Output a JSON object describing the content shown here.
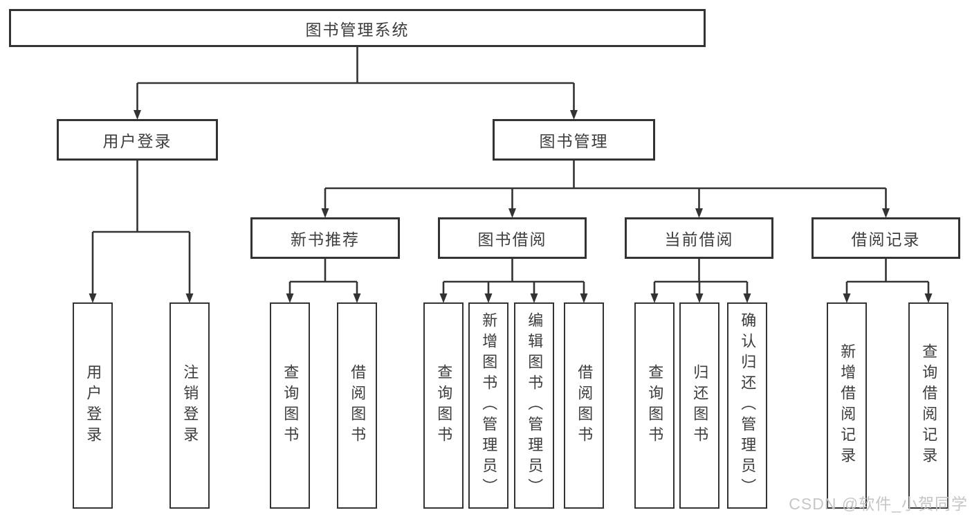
{
  "diagram_title": "图书管理系统",
  "nodes": {
    "root": {
      "label": "图书管理系统"
    },
    "l2": [
      {
        "label": "用户登录"
      },
      {
        "label": "图书管理"
      }
    ],
    "l3": [
      {
        "label": "新书推荐"
      },
      {
        "label": "图书借阅"
      },
      {
        "label": "当前借阅"
      },
      {
        "label": "借阅记录"
      }
    ],
    "l4": [
      {
        "parent": "用户登录",
        "label": "用户登录"
      },
      {
        "parent": "用户登录",
        "label": "注销登录"
      },
      {
        "parent": "新书推荐",
        "label": "查询图书"
      },
      {
        "parent": "新书推荐",
        "label": "借阅图书"
      },
      {
        "parent": "图书借阅",
        "label": "查询图书"
      },
      {
        "parent": "图书借阅",
        "label": "新增图书（管理员）"
      },
      {
        "parent": "图书借阅",
        "label": "编辑图书（管理员）"
      },
      {
        "parent": "图书借阅",
        "label": "借阅图书"
      },
      {
        "parent": "当前借阅",
        "label": "查询图书"
      },
      {
        "parent": "当前借阅",
        "label": "归还图书"
      },
      {
        "parent": "当前借阅",
        "label": "确认归还（管理员）"
      },
      {
        "parent": "借阅记录",
        "label": "新增借阅记录"
      },
      {
        "parent": "借阅记录",
        "label": "查询借阅记录"
      }
    ]
  },
  "watermark": {
    "text": "CSDN @软件_小贺同学"
  },
  "colors": {
    "line": "#333333",
    "box_fill": "#ffffff",
    "text": "#3d3d3d",
    "watermark": "#c3c3c3"
  }
}
